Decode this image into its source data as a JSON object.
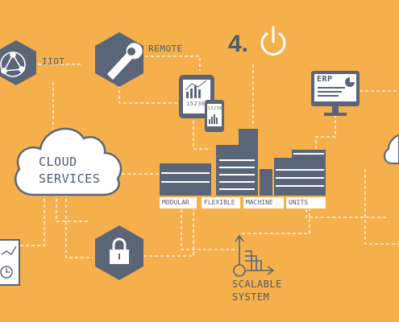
{
  "colors": {
    "background": "#f5b04c",
    "primary": "#5a6678",
    "line": "#ffffff"
  },
  "labels": {
    "iiot": "IIOT",
    "remote": "REMOTE",
    "industry": "4.",
    "cloud_line1": "CLOUD",
    "cloud_line2": "SERVICES",
    "erp": "ERP",
    "tablet_number": "15236",
    "phone_number": "15236",
    "scalable_line1": "SCALABLE",
    "scalable_line2": "SYSTEM"
  },
  "units": [
    "MODULAR",
    "FLEXIBLE",
    "MACHINE",
    "UNITS"
  ],
  "icons": {
    "network": "network-globe-icon",
    "wrench": "wrench-icon",
    "power": "power-icon",
    "lock": "lock-icon",
    "scale": "scale-axes-icon",
    "monitor": "erp-monitor-icon",
    "devices": "tablet-phone-icon"
  }
}
